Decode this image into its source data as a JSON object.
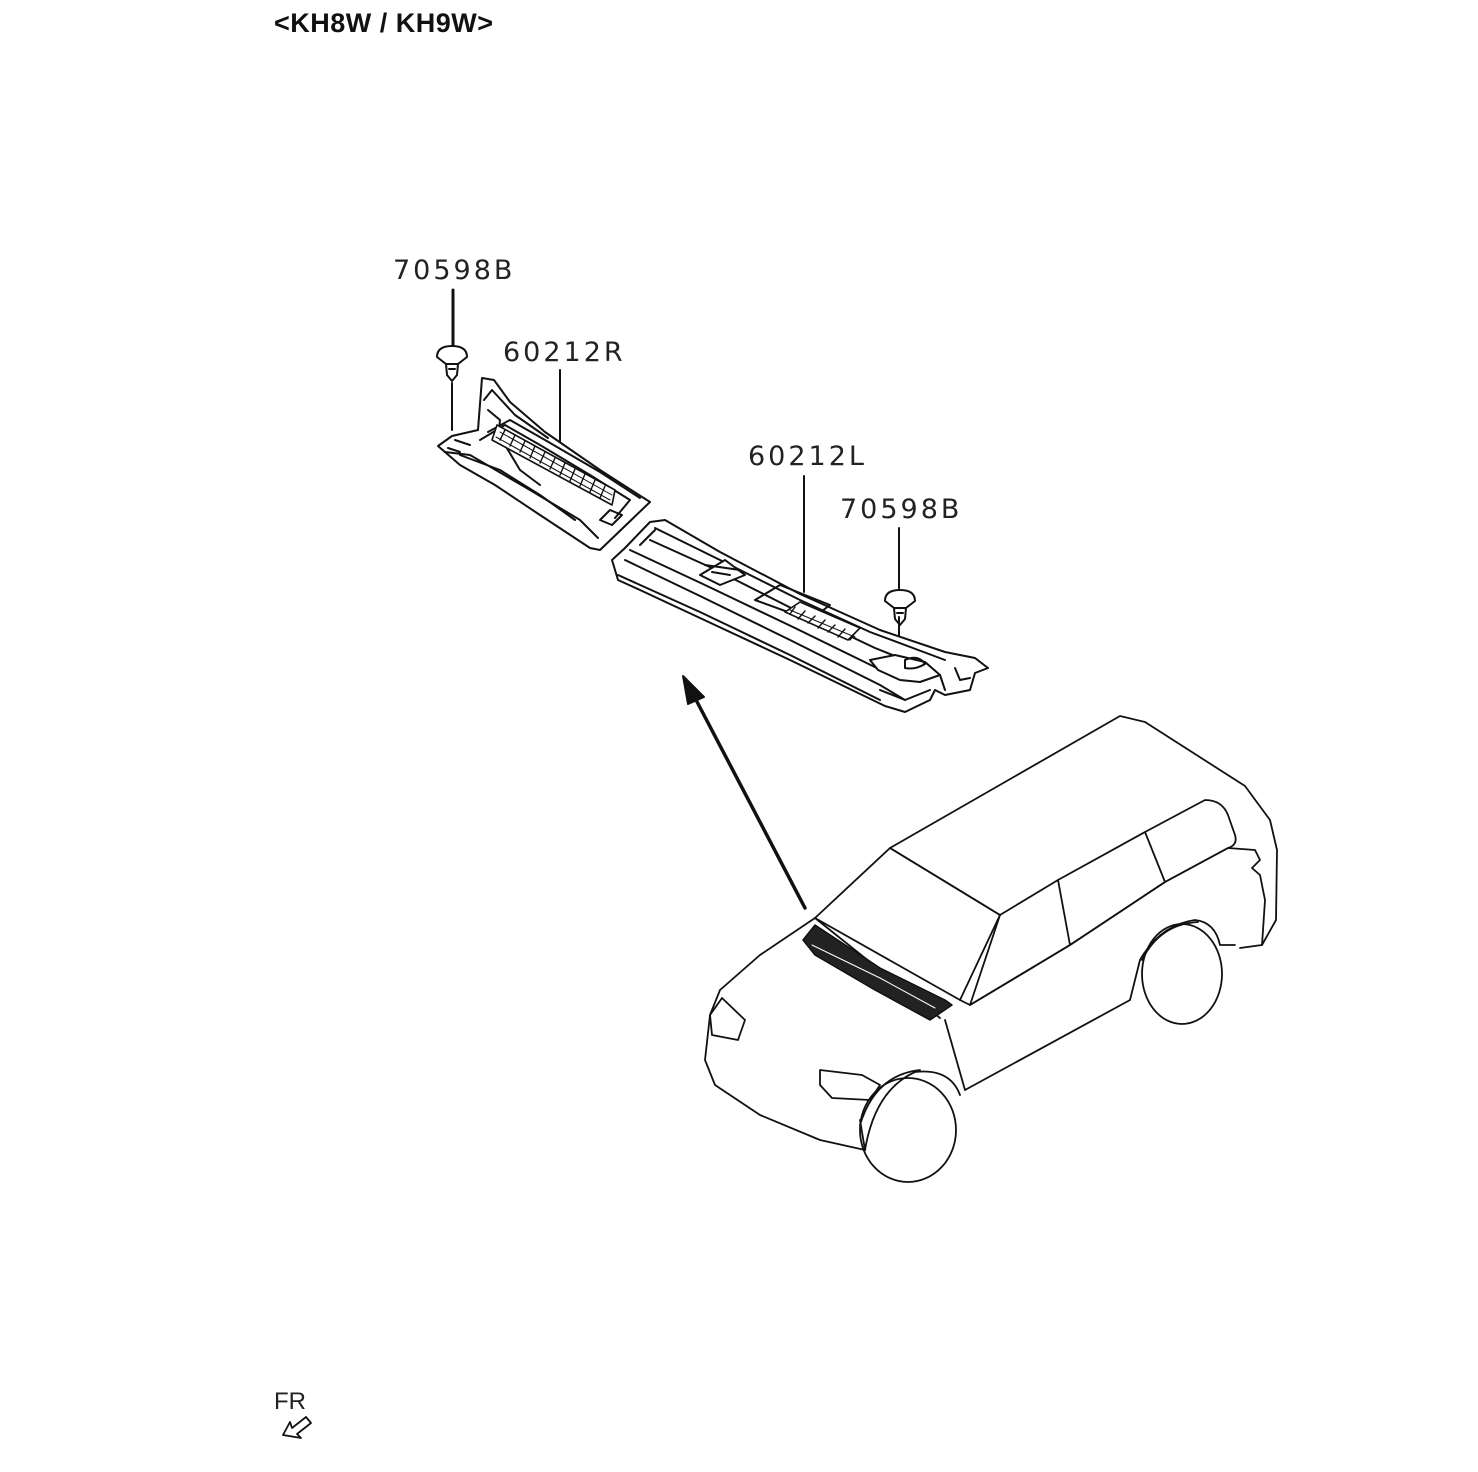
{
  "title": "<KH8W / KH9W>",
  "callouts": {
    "clip_right": "70598B",
    "cowl_right": "60212R",
    "cowl_left": "60212L",
    "clip_left": "70598B"
  },
  "orientation_label": "FR",
  "icons": {
    "orientation": "front-direction-arrow-icon",
    "clip": "clip-icon",
    "vehicle": "suv-outline-icon"
  }
}
